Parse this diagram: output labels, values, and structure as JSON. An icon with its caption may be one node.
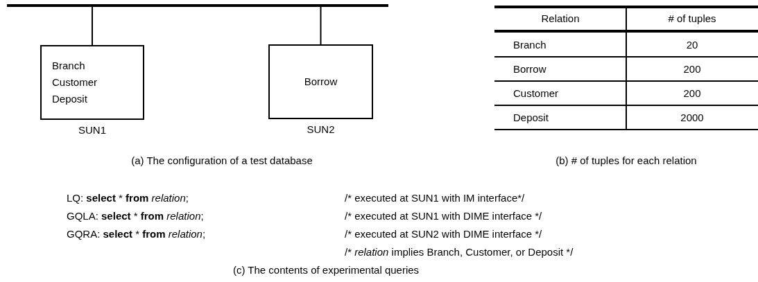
{
  "diagram": {
    "nodes": [
      {
        "text": [],
        "shape": "bar"
      },
      {
        "text": [
          "Branch Customer Deposit"
        ],
        "beside": [
          "SUN1"
        ]
      },
      {
        "text": [
          "Borrow"
        ],
        "beside": [
          "SUN2"
        ]
      }
    ],
    "edges": [
      {
        "from": 0,
        "to": 1,
        "arrow": "none"
      },
      {
        "from": 0,
        "to": 2,
        "arrow": "none"
      }
    ],
    "labels": [
      "Relation",
      "# of tuples",
      "Branch",
      "20",
      "Borrow",
      "200",
      "Customer",
      "200",
      "Deposit",
      "2000",
      "(a) The configuration of a test database",
      "(b) # of tuples for each relation",
      "LQ: **select** * **from** *relation*;",
      "/* executed at SUN1 with IM interface*/",
      "GQLA: **select** * **from** *relation*;",
      "/* executed at SUN1 with DIME interface */",
      "GQRA: **select** * **from** *relation*;",
      "/* executed at SUN2 with DIME interface */",
      "/* *relation* implies Branch, Customer, or Deposit */",
      "(c) The contents of experimental queries"
    ]
  }
}
